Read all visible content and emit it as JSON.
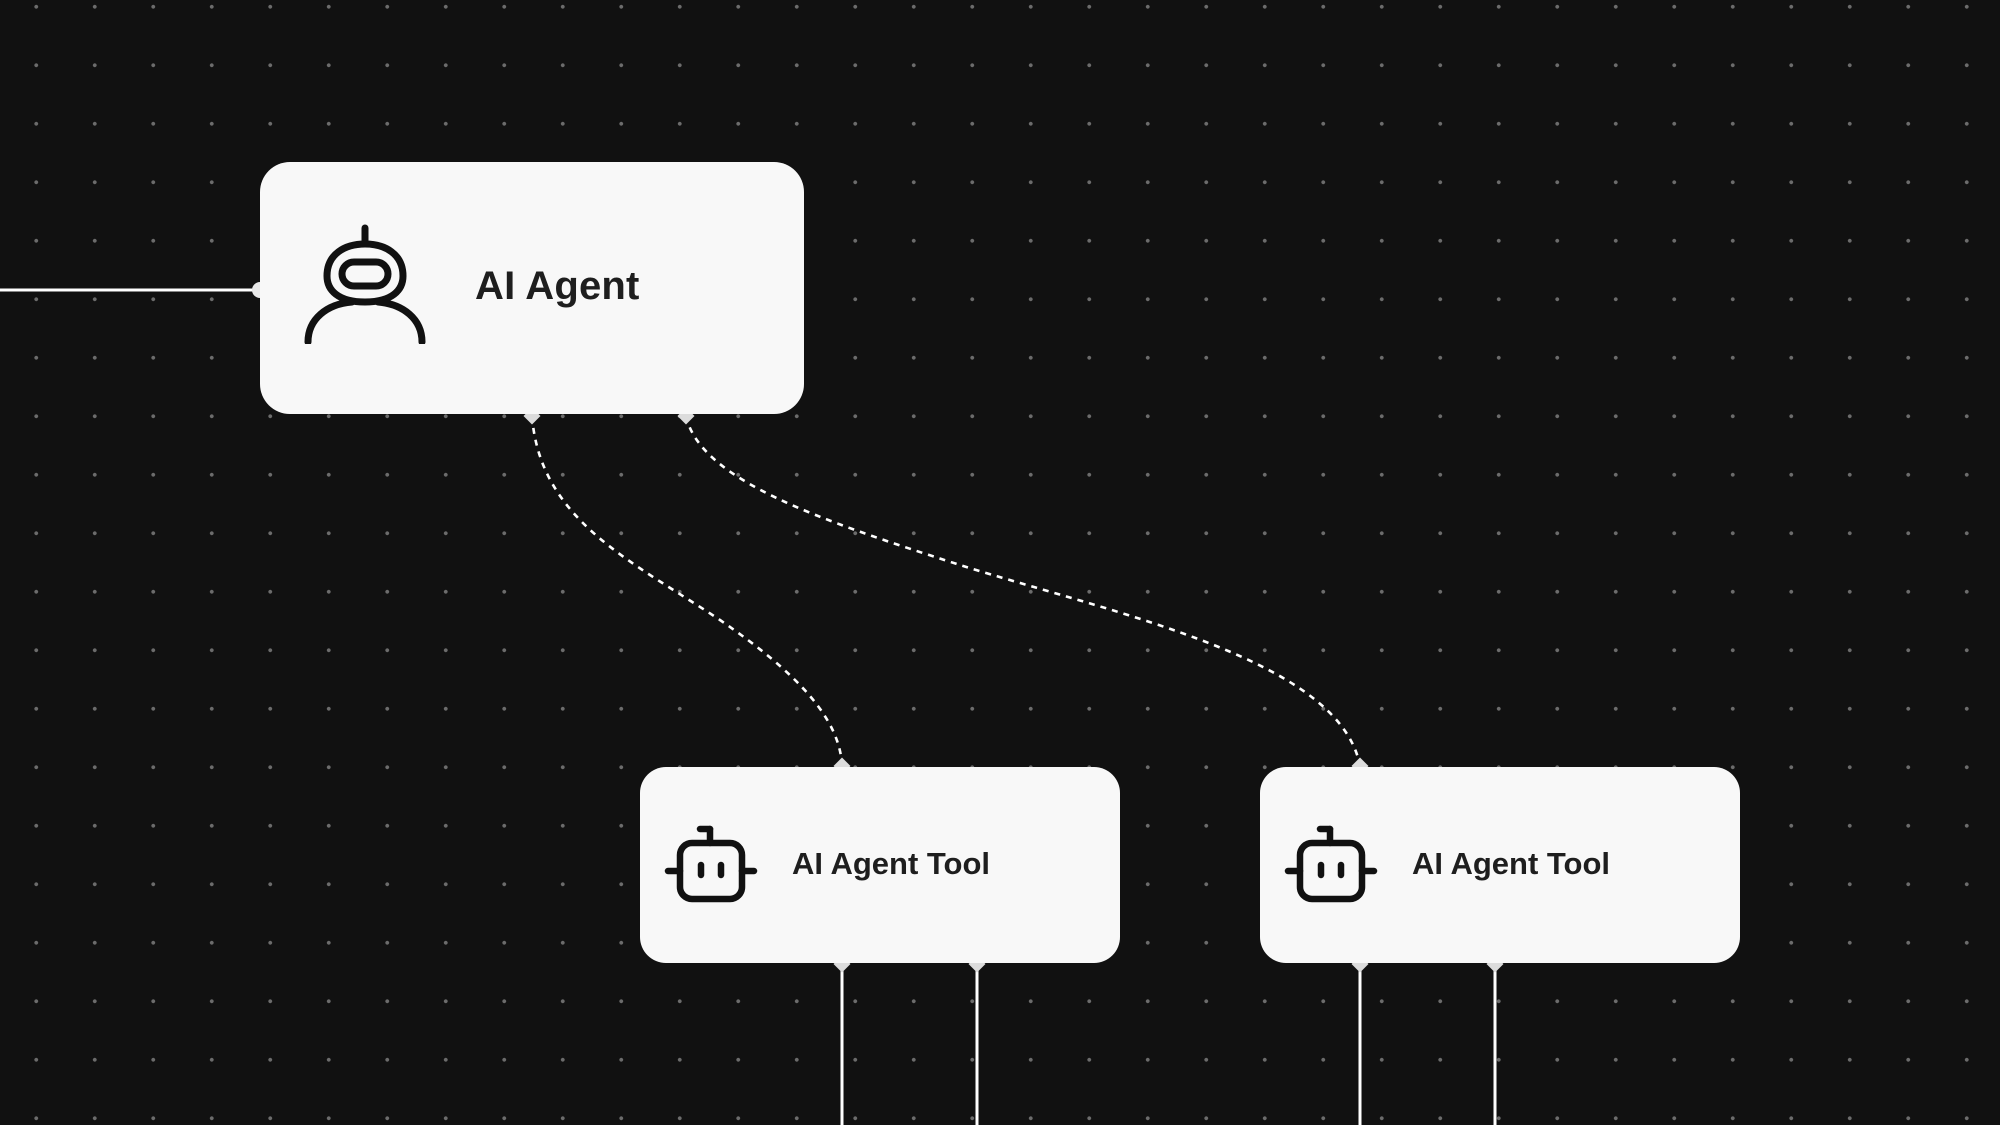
{
  "canvas": {
    "background_color": "#111111",
    "grid": "dots"
  },
  "nodes": {
    "agent": {
      "label": "AI Agent",
      "icon": "robot-head-icon"
    },
    "tool_1": {
      "label": "AI Agent Tool",
      "icon": "bot-icon"
    },
    "tool_2": {
      "label": "AI Agent Tool",
      "icon": "bot-icon"
    }
  },
  "edges": [
    {
      "from": "external-input",
      "to": "agent",
      "style": "solid"
    },
    {
      "from": "agent",
      "to": "tool_1",
      "style": "dashed"
    },
    {
      "from": "agent",
      "to": "tool_2",
      "style": "dashed"
    },
    {
      "from": "tool_1",
      "to": "below",
      "style": "solid"
    },
    {
      "from": "tool_1",
      "to": "below",
      "style": "solid"
    },
    {
      "from": "tool_2",
      "to": "below",
      "style": "solid"
    },
    {
      "from": "tool_2",
      "to": "below",
      "style": "solid"
    }
  ],
  "colors": {
    "node_fill": "#f8f8f8",
    "edge": "#ffffff",
    "text": "#1e1e1e",
    "icon": "#111111"
  }
}
